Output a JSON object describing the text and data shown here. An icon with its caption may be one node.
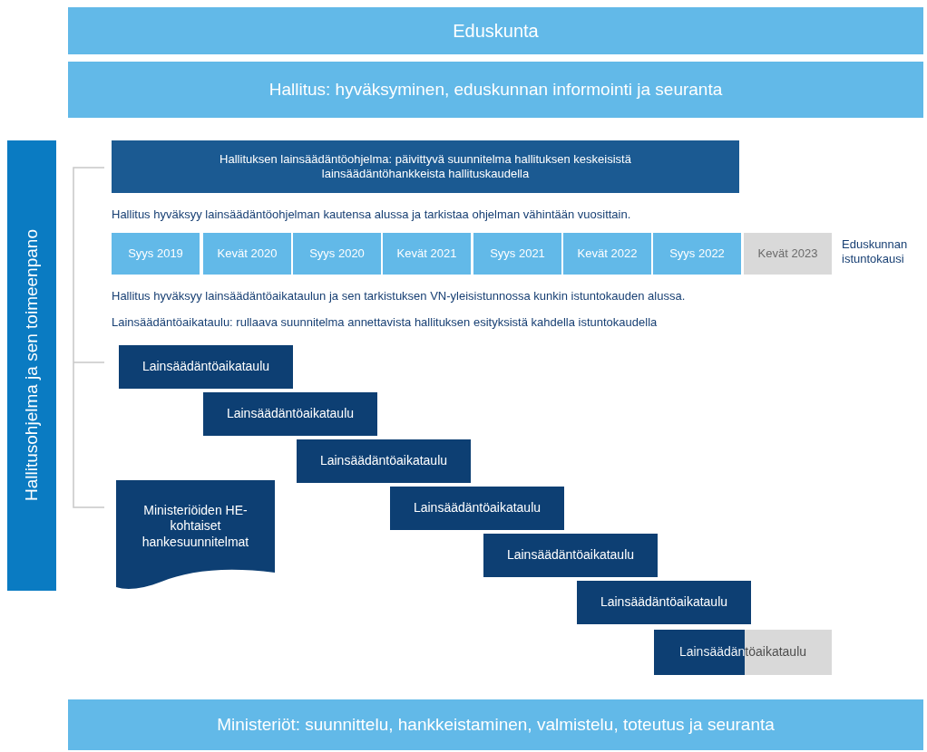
{
  "diagram": {
    "nodes": [
      {
        "text": [
          "Eduskunta"
        ]
      },
      {
        "text": [
          "Hallitus: hyväksyminen, eduskunnan informointi ja seuranta"
        ]
      },
      {
        "text": [
          "Hallitusohjelma ja sen toimeenpano"
        ]
      },
      {
        "text": [
          "Hallituksen lainsäädäntöohjelma: päivittyvä suunnitelma hallituksen keskeisistä lainsäädäntöhankkeista hallituskaudella"
        ]
      },
      {
        "text": [
          "Syys 2019"
        ]
      },
      {
        "text": [
          "Kevät 2020"
        ]
      },
      {
        "text": [
          "Syys 2020"
        ]
      },
      {
        "text": [
          "Kevät 2021"
        ]
      },
      {
        "text": [
          "Syys 2021"
        ]
      },
      {
        "text": [
          "Kevät 2022"
        ]
      },
      {
        "text": [
          "Syys 2022"
        ]
      },
      {
        "text": [
          "Kevät 2023"
        ]
      },
      {
        "text": [
          "Ministeriöiden HE-kohtaiset hankesuunnitelmat"
        ]
      },
      {
        "text": [
          "Lainsäädäntöaikataulu"
        ]
      },
      {
        "text": [
          "Lainsäädäntöaikataulu"
        ]
      },
      {
        "text": [
          "Lainsäädäntöaikataulu"
        ]
      },
      {
        "text": [
          "Lainsäädäntöaikataulu"
        ]
      },
      {
        "text": [
          "Lainsäädäntöaikataulu"
        ]
      },
      {
        "text": [
          "Lainsäädäntöaikataulu"
        ]
      },
      {
        "text": [
          "Lainsäädäntöaikataulu"
        ]
      },
      {
        "text": [
          "Ministeriöt: suunnittelu, hankkeistaminen, valmistelu, toteutus ja seuranta"
        ]
      }
    ],
    "edges": [],
    "labels": [
      "Hallitus hyväksyy lainsäädäntöohjelman kautensa alussa ja tarkistaa ohjelman vähintään vuosittain.",
      "Eduskunnan istuntokausi",
      "Hallitus hyväksyy lainsäädäntöaikataulun ja sen tarkistuksen VN-yleisistunnossa kunkin istuntokauden alussa.",
      "Lainsäädäntöaikataulu: rullaava suunnitelma annettavista hallituksen esityksistä kahdella istuntokaudella"
    ]
  }
}
